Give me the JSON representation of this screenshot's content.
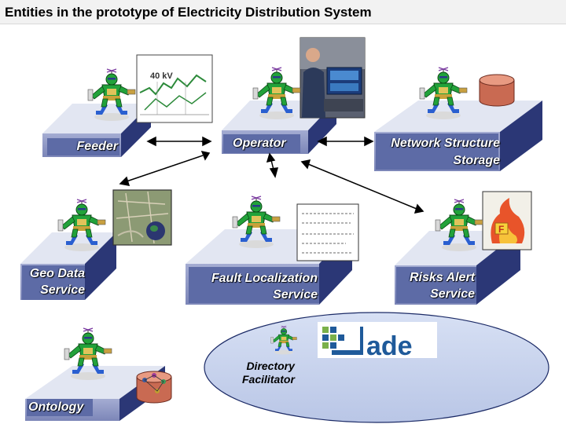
{
  "title": "Entities in the prototype of Electricity Distribution System",
  "nodes": {
    "feeder": "Feeder",
    "operator": "Operator",
    "network_line1": "Network Structure",
    "network_line2": "Storage",
    "geo_line1": "Geo Data",
    "geo_line2": "Service",
    "fault_line1": "Fault Localization",
    "fault_line2": "Service",
    "risks_line1": "Risks Alert",
    "risks_line2": "Service",
    "ontology": "Ontology",
    "df_line1": "Directory",
    "df_line2": "Facilitator"
  },
  "images": {
    "voltage_label": "40 kV",
    "fire_badge": "F",
    "jade_logo": "ade"
  },
  "colors": {
    "platform_top": "#e2e6f2",
    "platform_front": "#8f98c4",
    "platform_side": "#2b3776",
    "label_box": "#5d6ba6",
    "ellipse_fill": "#c9d4ee",
    "agent_green": "#22a23a",
    "agent_blue": "#2a5fd0",
    "jade_blue": "#1f5a9a"
  }
}
